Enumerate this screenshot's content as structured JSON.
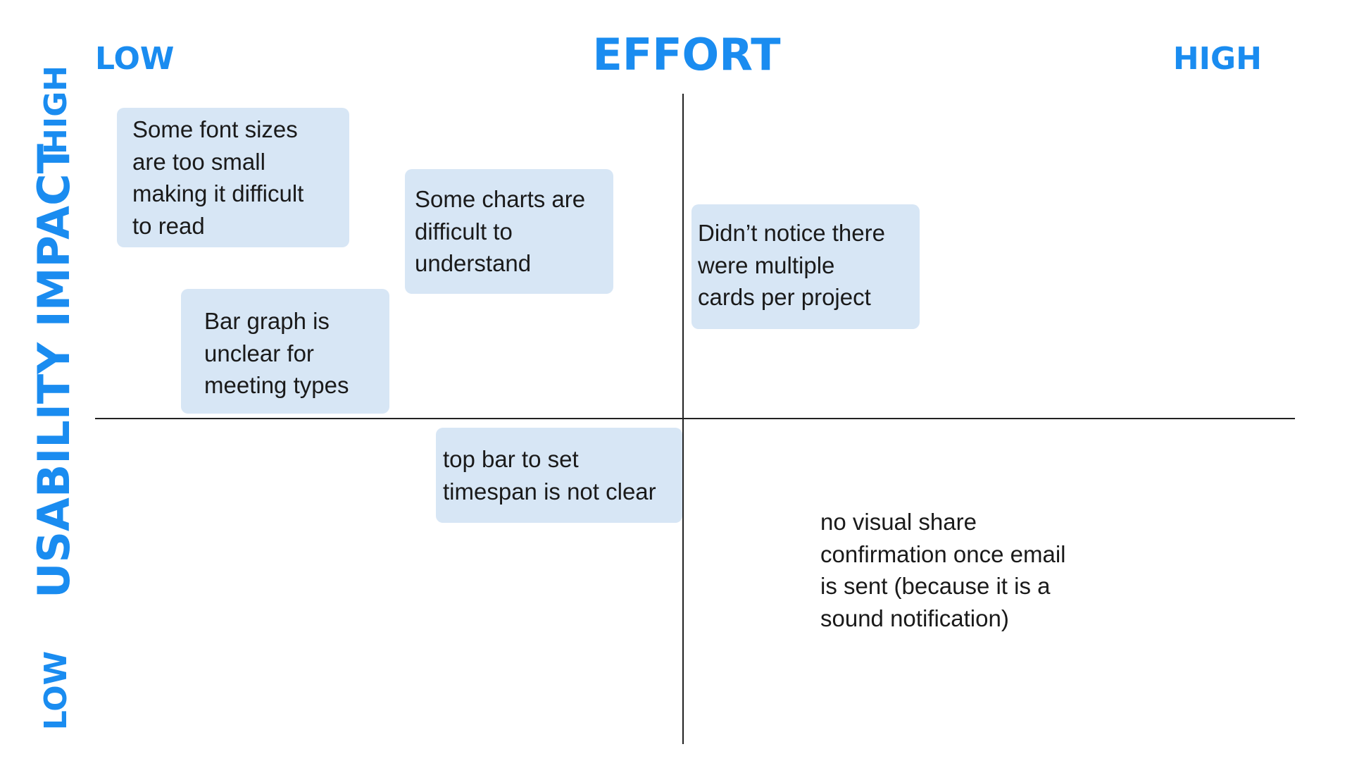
{
  "axes": {
    "x_title": "EFFORT",
    "x_low": "LOW",
    "x_high": "HIGH",
    "y_title": "USABILITY IMPACT",
    "y_high": "HIGH",
    "y_low": "LOW",
    "accent_color": "#1a8cf0"
  },
  "notes": [
    {
      "text": "Some font sizes\nare too small\nmaking it difficult\nto read",
      "quadrant": "high-impact-low-effort"
    },
    {
      "text": "Some charts are\ndifficult to\nunderstand",
      "quadrant": "high-impact-low-effort"
    },
    {
      "text": "Bar graph is\nunclear for\nmeeting types",
      "quadrant": "high-impact-low-effort"
    },
    {
      "text": "Didn’t notice there\nwere multiple\ncards per project",
      "quadrant": "high-impact-high-effort"
    },
    {
      "text": "top bar to set\ntimespan is not clear",
      "quadrant": "low-impact-low-effort"
    },
    {
      "text": "no visual share\nconfirmation once email\nis sent (because it is a\nsound notification)",
      "quadrant": "low-impact-high-effort"
    }
  ],
  "note_color": "#d7e6f5"
}
